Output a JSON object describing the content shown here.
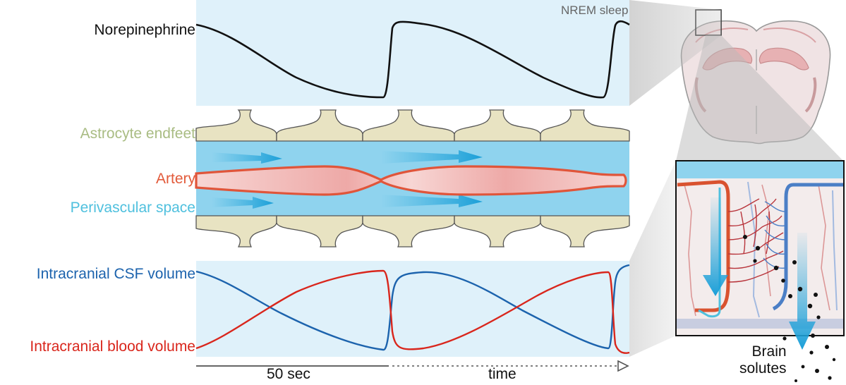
{
  "labels": {
    "norepinephrine": "Norepinephrine",
    "nrem": "NREM sleep",
    "astrocyte": "Astrocyte endfeet",
    "artery": "Artery",
    "perivascular": "Perivascular space",
    "csf": "Intracranial CSF volume",
    "blood": "Intracranial blood volume",
    "scale": "50 sec",
    "time": "time",
    "brain_line1": "Brain",
    "brain_line2": "solutes"
  },
  "colors": {
    "panel_bg": "#dff1fa",
    "ne_line": "#111111",
    "csf_line": "#1c63ad",
    "blood_line": "#d9261c",
    "endfeet": "#e8e3c2",
    "perivascular": "#8fd3ee",
    "artery_wall": "#e0553a",
    "artery_fill": "#f2c2c0",
    "arrow": "#29a9dc"
  }
}
